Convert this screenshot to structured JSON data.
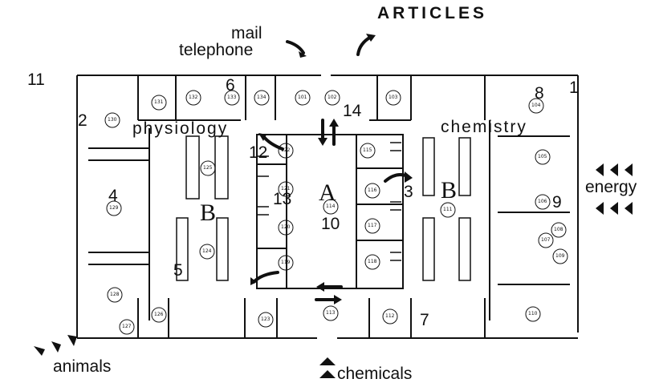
{
  "headers": {
    "articles": "ARTICLES",
    "mail": "mail",
    "telephone": "telephone",
    "energy": "energy",
    "animals": "animals",
    "chemicals": "chemicals"
  },
  "wings": {
    "physiology": "physiology",
    "chemistry": "chemistry"
  },
  "zones": {
    "a": "A",
    "b_left": "B",
    "b_right": "B"
  },
  "area_numbers": [
    "1",
    "2",
    "3",
    "4",
    "5",
    "6",
    "7",
    "8",
    "9",
    "10",
    "11",
    "12",
    "13",
    "14"
  ],
  "room_numbers": {
    "r131": "131",
    "r132": "132",
    "r133": "133",
    "r134": "134",
    "r101": "101",
    "r102": "102",
    "r103": "103",
    "r104": "104",
    "r105": "105",
    "r106": "106",
    "r107": "107",
    "r108": "108",
    "r109": "109",
    "r110": "110",
    "r111": "111",
    "r112": "112",
    "r113": "113",
    "r114": "114",
    "r115": "115",
    "r116": "116",
    "r117": "117",
    "r118": "118",
    "r119": "119",
    "r120": "120",
    "r121": "121",
    "r122": "122",
    "r123": "123",
    "r124": "124",
    "r125": "125",
    "r126": "126",
    "r127": "127",
    "r128": "128",
    "r129": "129",
    "r130": "130"
  },
  "colors": {
    "ink": "#111111",
    "paper": "#ffffff"
  }
}
